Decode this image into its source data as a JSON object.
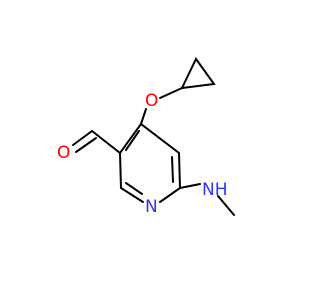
{
  "molecule": {
    "atoms": {
      "ring_nitrogen": "N",
      "ether_oxygen": "O",
      "aldehyde_oxygen": "O",
      "amine_nh": "NH"
    },
    "colors": {
      "bond": "#000000",
      "nitrogen": "#3333ff",
      "oxygen": "#ff0000"
    }
  }
}
